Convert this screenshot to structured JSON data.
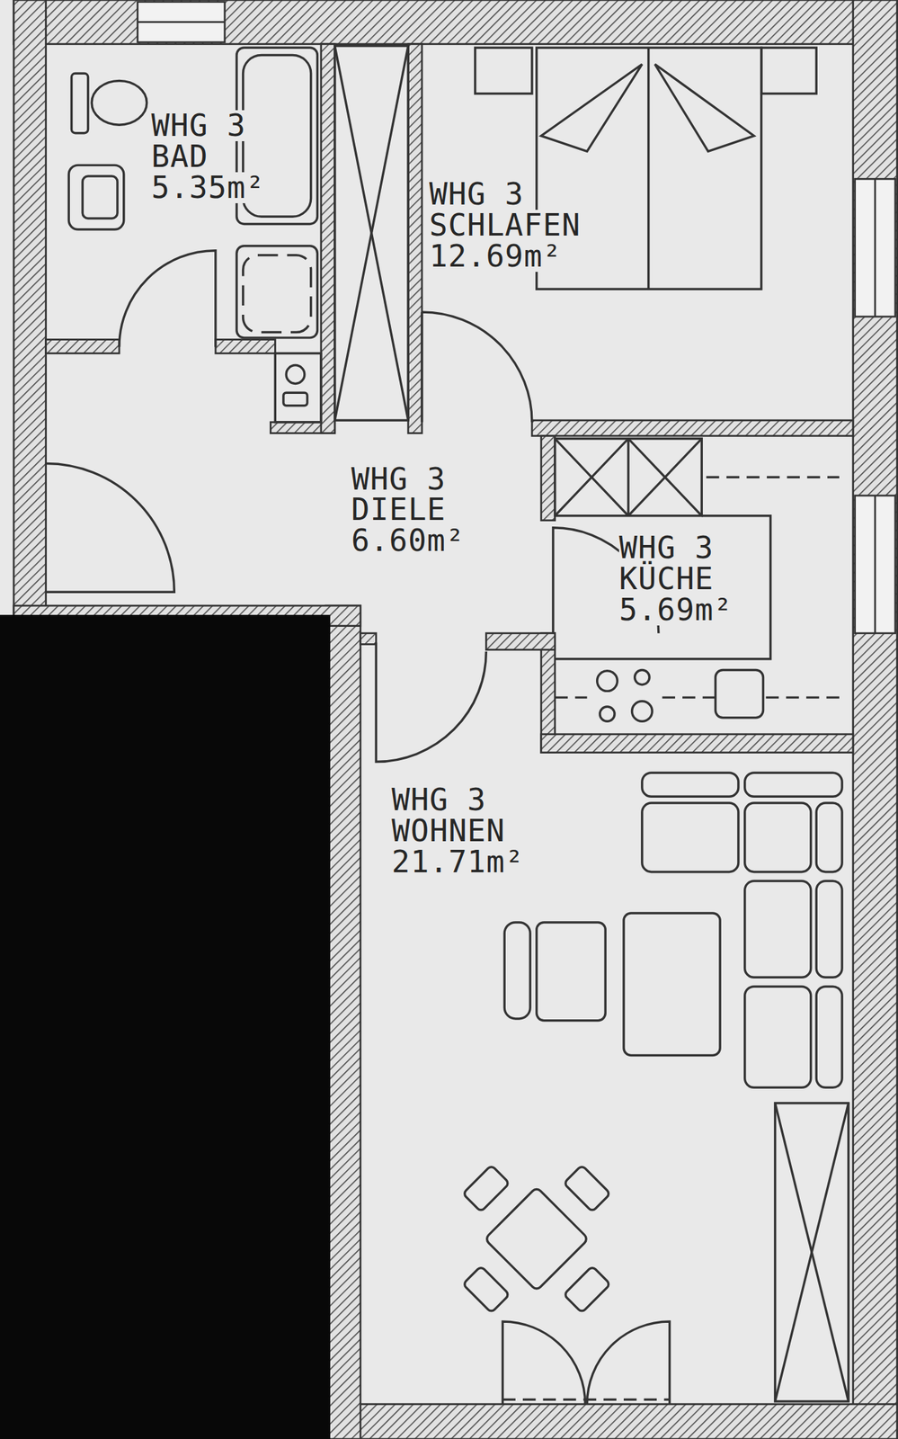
{
  "diagram": {
    "nodes": [
      {
        "text": [
          "WHG 3",
          "BAD",
          "5.35m²"
        ]
      },
      {
        "text": [
          "WHG 3",
          "SCHLAFEN",
          "12.69m²"
        ]
      },
      {
        "text": [
          "WHG 3",
          "DIELE",
          "6.60m²"
        ]
      },
      {
        "text": [
          "WHG 3",
          "KÜCHE",
          "5.69m²"
        ]
      },
      {
        "text": [
          "WHG 3",
          "WOHNEN",
          "21.71m²"
        ]
      }
    ]
  }
}
